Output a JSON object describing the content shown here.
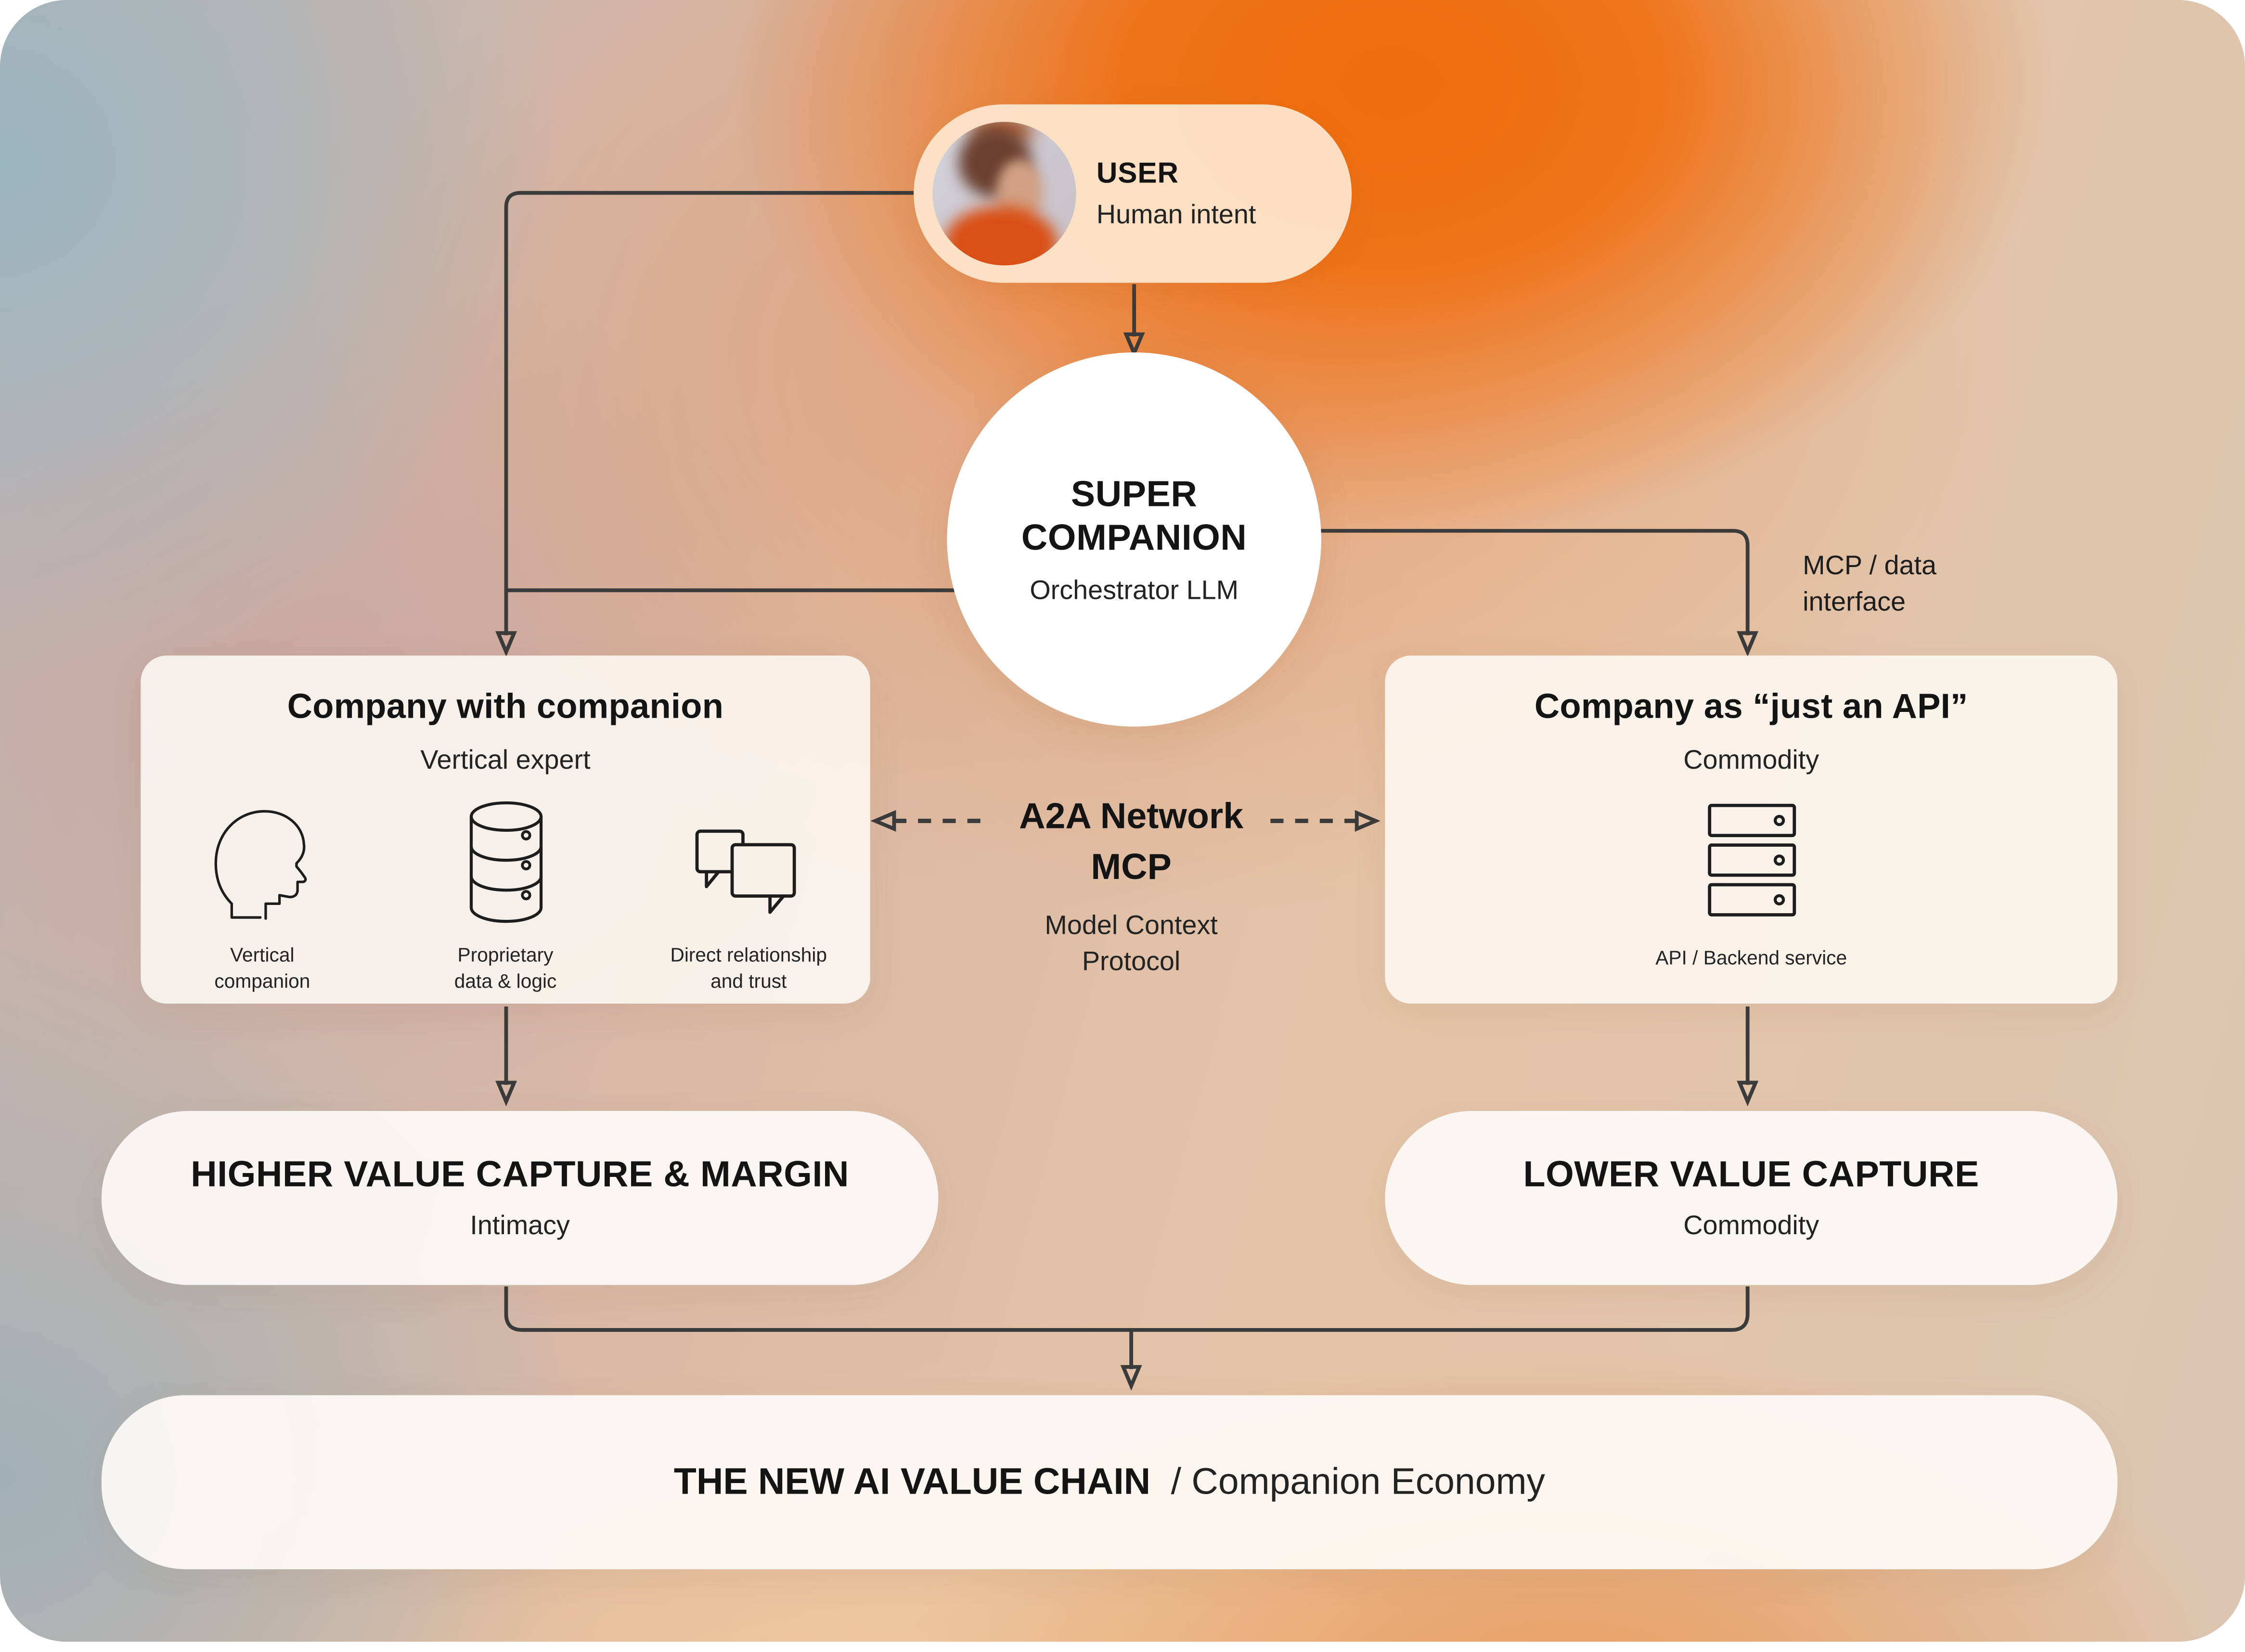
{
  "palette": {
    "line": "#3b3b3b",
    "text": "#141414",
    "accent_orange": "#f06c0c",
    "user_pill_bg": "#fce3c9",
    "circle_bg": "#ffffff",
    "box_bg": "#faf4ee",
    "canvas_corner": "#ffffff"
  },
  "user": {
    "avatar_icon": "user-avatar",
    "title": "USER",
    "subtitle": "Human intent"
  },
  "orchestrator": {
    "title": "SUPER\nCOMPANION",
    "subtitle": "Orchestrator LLM"
  },
  "company_left": {
    "title": "Company with companion",
    "subtitle": "Vertical expert",
    "features": [
      {
        "icon": "head-profile-icon",
        "label": "Vertical\ncompanion"
      },
      {
        "icon": "database-icon",
        "label": "Proprietary\ndata & logic"
      },
      {
        "icon": "chat-bubbles-icon",
        "label": "Direct relationship\nand trust"
      }
    ]
  },
  "company_right": {
    "title": "Company as “just an API”",
    "subtitle": "Commodity",
    "icon": "server-icon",
    "icon_label": "API / Backend service"
  },
  "protocol": {
    "title": "A2A Network",
    "title2": "MCP",
    "subtitle": "Model Context\nProtocol"
  },
  "mcp_interface_label": "MCP / data\ninterface",
  "outcome_left": {
    "title": "HIGHER VALUE CAPTURE & MARGIN",
    "subtitle": "Intimacy"
  },
  "outcome_right": {
    "title": "LOWER VALUE CAPTURE",
    "subtitle": "Commodity"
  },
  "footer": {
    "title_bold": "THE NEW AI VALUE CHAIN",
    "title_regular": "/ Companion Economy"
  }
}
